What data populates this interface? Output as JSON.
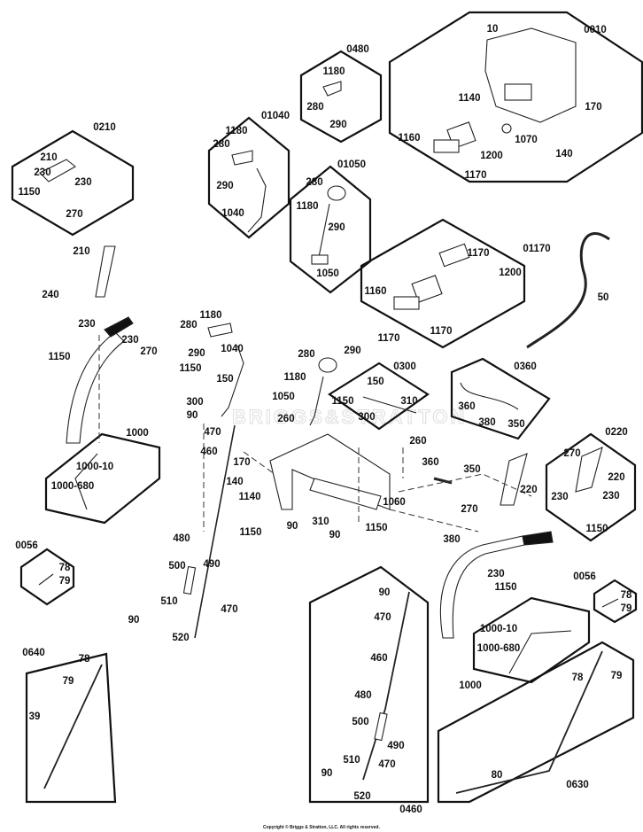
{
  "watermark": "BRIGGS&STRATTON",
  "copyright": "Copyright © Briggs & Stratton, LLC. All rights reserved.",
  "groups": [
    "0010",
    "0480",
    "01040",
    "0210",
    "01050",
    "01170",
    "0300",
    "0360",
    "0220",
    "0056",
    "0056",
    "0640",
    "0460",
    "1000",
    "1000",
    "0630"
  ],
  "labels": [
    "10",
    "1140",
    "170",
    "1160",
    "1070",
    "1200",
    "140",
    "1170",
    "1180",
    "280",
    "290",
    "1180",
    "280",
    "290",
    "1040",
    "210",
    "230",
    "230",
    "1150",
    "270",
    "280",
    "1180",
    "290",
    "1050",
    "1170",
    "1200",
    "1160",
    "1170",
    "1170",
    "50",
    "150",
    "1150",
    "310",
    "300",
    "360",
    "380",
    "350",
    "270",
    "220",
    "230",
    "230",
    "1150",
    "78",
    "79",
    "78",
    "79",
    "78",
    "79",
    "39",
    "90",
    "470",
    "460",
    "480",
    "500",
    "490",
    "510",
    "470",
    "90",
    "520",
    "1000-10",
    "1000-680",
    "1000-10",
    "1000-680",
    "78",
    "79",
    "80",
    "210",
    "240",
    "230",
    "1150",
    "230",
    "270",
    "1180",
    "280",
    "1040",
    "290",
    "1150",
    "150",
    "300",
    "90",
    "470",
    "460",
    "280",
    "290",
    "1180",
    "1050",
    "260",
    "260",
    "170",
    "140",
    "1140",
    "1150",
    "90",
    "310",
    "90",
    "1150",
    "1060",
    "360",
    "350",
    "220",
    "270",
    "380",
    "230",
    "1150",
    "480",
    "500",
    "490",
    "510",
    "470",
    "90",
    "520"
  ]
}
